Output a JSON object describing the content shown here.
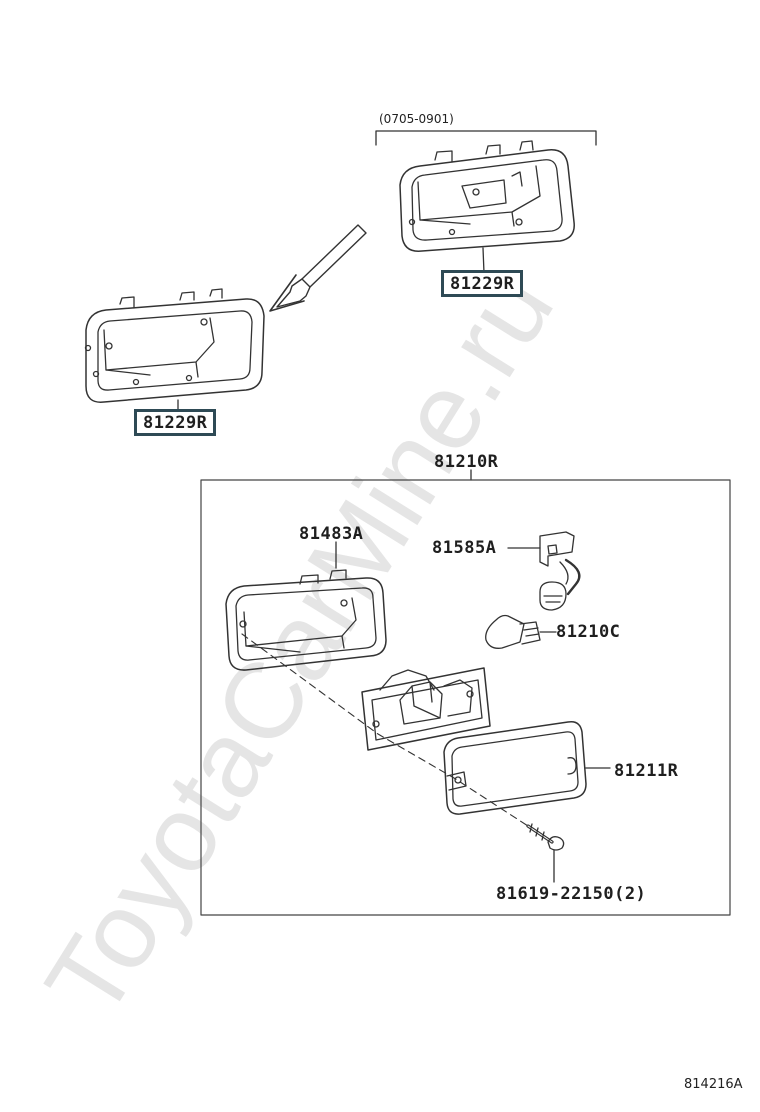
{
  "range_label": "(0705-0901)",
  "watermark_text": "ToyotaCarMine.ru",
  "figure_code": "814216A",
  "parts": {
    "bezel_upper": "81229R",
    "bezel_lower": "81229R",
    "assembly": "81210R",
    "housing": "81483A",
    "socket": "81585A",
    "bulb": "81210C",
    "lens": "81211R",
    "screw": "81619-22150(2)"
  },
  "colors": {
    "line": "#333333",
    "box_border": "#2e4a55",
    "watermark": "#dcdcdc"
  }
}
